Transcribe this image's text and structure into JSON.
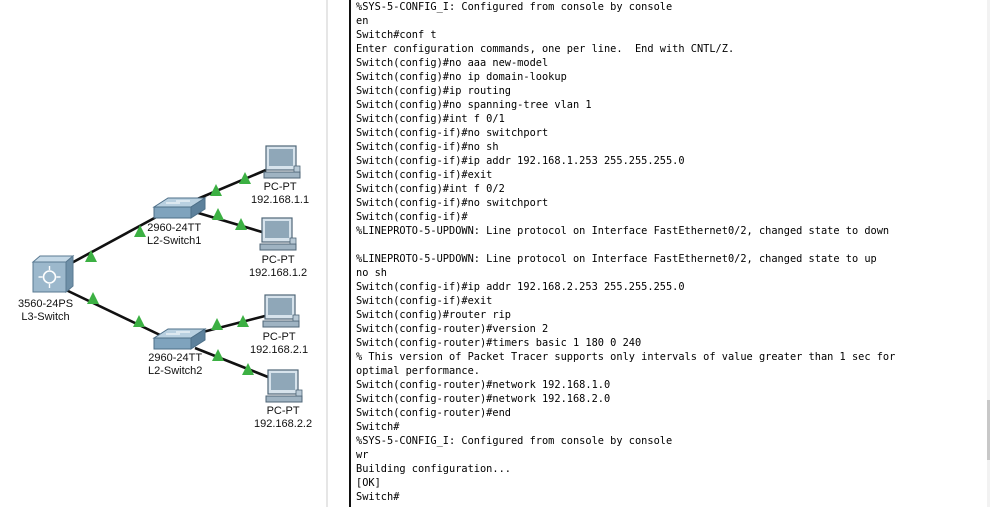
{
  "topology": {
    "devices": [
      {
        "id": "l3",
        "model": "3560-24PS",
        "name": "L3-Switch"
      },
      {
        "id": "sw1",
        "model": "2960-24TT",
        "name": "L2-Switch1"
      },
      {
        "id": "sw2",
        "model": "2960-24TT",
        "name": "L2-Switch2"
      },
      {
        "id": "pc1",
        "model": "PC-PT",
        "name": "192.168.1.1"
      },
      {
        "id": "pc2",
        "model": "PC-PT",
        "name": "192.168.1.2"
      },
      {
        "id": "pc3",
        "model": "PC-PT",
        "name": "192.168.2.1"
      },
      {
        "id": "pc4",
        "model": "PC-PT",
        "name": "192.168.2.2"
      }
    ],
    "link_status_color": "#3cb043"
  },
  "terminal": {
    "lines": [
      "%SYS-5-CONFIG_I: Configured from console by console",
      "en",
      "Switch#conf t",
      "Enter configuration commands, one per line.  End with CNTL/Z.",
      "Switch(config)#no aaa new-model",
      "Switch(config)#no ip domain-lookup",
      "Switch(config)#ip routing",
      "Switch(config)#no spanning-tree vlan 1",
      "Switch(config)#int f 0/1",
      "Switch(config-if)#no switchport",
      "Switch(config-if)#no sh",
      "Switch(config-if)#ip addr 192.168.1.253 255.255.255.0",
      "Switch(config-if)#exit",
      "Switch(config)#int f 0/2",
      "Switch(config-if)#no switchport",
      "Switch(config-if)#",
      "%LINEPROTO-5-UPDOWN: Line protocol on Interface FastEthernet0/2, changed state to down",
      "",
      "%LINEPROTO-5-UPDOWN: Line protocol on Interface FastEthernet0/2, changed state to up",
      "no sh",
      "Switch(config-if)#ip addr 192.168.2.253 255.255.255.0",
      "Switch(config-if)#exit",
      "Switch(config)#router rip",
      "Switch(config-router)#version 2",
      "Switch(config-router)#timers basic 1 180 0 240",
      "% This version of Packet Tracer supports only intervals of value greater than 1 sec for",
      "optimal performance.",
      "Switch(config-router)#network 192.168.1.0",
      "Switch(config-router)#network 192.168.2.0",
      "Switch(config-router)#end",
      "Switch#",
      "%SYS-5-CONFIG_I: Configured from console by console",
      "wr",
      "Building configuration...",
      "[OK]",
      "Switch#"
    ]
  }
}
